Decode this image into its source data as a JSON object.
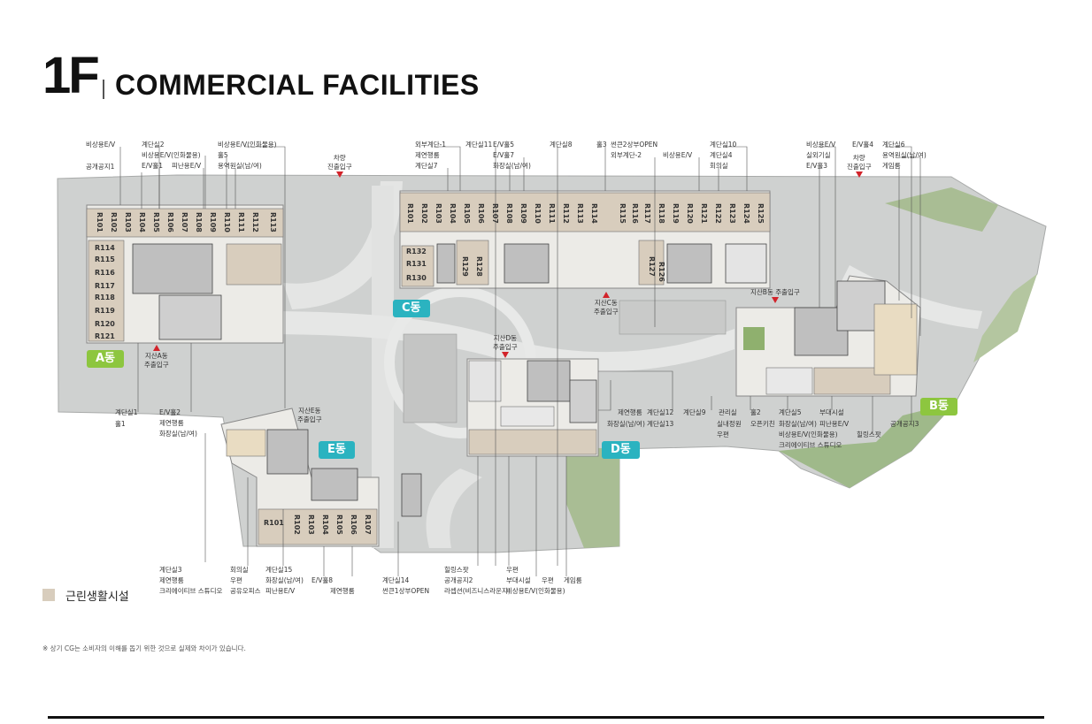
{
  "title": {
    "floor": "1F",
    "text": "COMMERCIAL FACILITIES"
  },
  "zones": {
    "A": {
      "label": "A동",
      "color": "#8dc63f"
    },
    "B": {
      "label": "B동",
      "color": "#8dc63f"
    },
    "C": {
      "label": "C동",
      "color": "#2bb3c0"
    },
    "D": {
      "label": "D동",
      "color": "#2bb3c0"
    },
    "E": {
      "label": "E동",
      "color": "#2bb3c0"
    }
  },
  "entrances": {
    "vehicle1": {
      "l1": "차량",
      "l2": "진출입구"
    },
    "vehicle2": {
      "l1": "차량",
      "l2": "진출입구"
    },
    "a": {
      "l1": "지산A동",
      "l2": "주출입구"
    },
    "b": {
      "l1": "지산B동 주출입구"
    },
    "c": {
      "l1": "지산C동",
      "l2": "주출입구"
    },
    "d": {
      "l1": "지산D동",
      "l2": "주출입구"
    },
    "e": {
      "l1": "지산E동",
      "l2": "주출입구"
    }
  },
  "rooms": {
    "a_top": [
      "R101",
      "R102",
      "R103",
      "R104",
      "R105",
      "R106",
      "R107",
      "R108",
      "R109",
      "R110",
      "R111",
      "R112",
      "R113"
    ],
    "a_side": [
      "R114",
      "R115",
      "R116",
      "R117",
      "R118",
      "R119",
      "R120",
      "R121"
    ],
    "c_top": [
      "R101",
      "R102",
      "R103",
      "R104",
      "R105",
      "R106",
      "R107",
      "R108",
      "R109",
      "R110",
      "R111",
      "R112",
      "R113",
      "R114",
      "R115",
      "R116",
      "R117",
      "R118",
      "R119",
      "R120",
      "R121",
      "R122",
      "R123",
      "R124",
      "R125"
    ],
    "c_side": [
      "R132",
      "R131",
      "R130"
    ],
    "c_mid": [
      "R129",
      "R128",
      "R127",
      "R126"
    ],
    "e_wide": "R101",
    "e_row": [
      "R102",
      "R103",
      "R104",
      "R105",
      "R106",
      "R107"
    ]
  },
  "labels": {
    "t_bisangev_a": "비상용E/V",
    "t_gyedan2": "계단실2",
    "t_bisangev_inhwa_a": "비상용E/V(인화물용)",
    "t_evhall1": "E/V홀1",
    "t_pinanev_a": "피난용E/V",
    "t_gonggong1": "공개공지1",
    "t_bisangev_inhwa_a2": "비상용E/V(인화물용)",
    "t_hall5": "홀5",
    "t_yongyeok_a": "용역원실(남/여)",
    "t_oebu1": "외부계단-1",
    "t_jeyeon_c": "제연행룸",
    "t_gyedan7": "계단실7",
    "t_gyedan11": "계단실11",
    "t_evhall5": "E/V홀5",
    "t_evhall7": "E/V홀7",
    "t_hwajang_c": "화장실(남/여)",
    "t_gyedan8": "계단실8",
    "t_hall3": "홀3",
    "t_sunken2": "썬큰2상부OPEN",
    "t_oebu2": "외부계단-2",
    "t_bisangev_c": "비상용E/V",
    "t_gyedan10": "계단실10",
    "t_gyedan4": "계단실4",
    "t_hoeui_c": "회의실",
    "t_bisangev_b": "비상용E/V",
    "t_silwae": "실외기실",
    "t_evhall3": "E/V홀3",
    "t_evhall4": "E/V홀4",
    "t_gyedan6": "계단실6",
    "t_yongyeok_b": "용역원실(남/여)",
    "t_game_b": "게임룸",
    "m_gyedan1": "계단실1",
    "m_hall1": "홀1",
    "m_evhall2": "E/V홀2",
    "m_jeyeon_a": "제연행룸",
    "m_hwajang_a": "화장실(남/여)",
    "m_jeyeon_d": "제연행룸",
    "m_hwajang_d": "화장실(남/여)",
    "m_gyedan12": "계단실12",
    "m_gyedan13": "계단실13",
    "m_gyedan9": "계단실9",
    "m_gwanri": "관리실",
    "m_silnae": "실내정원",
    "m_ujeon_b": "우편",
    "m_hall2": "홀2",
    "m_openkitchen": "오픈키친",
    "m_gyedan5": "계단실5",
    "m_hwajang_b": "화장실(남/여)",
    "m_bisangev_b": "비상용E/V(인화물용)",
    "m_creative_b": "크리에이티브 스튜디오",
    "m_budae_b": "부대시설",
    "m_pinanev_b": "피난용E/V",
    "m_healing_b": "힐링스팟",
    "m_gonggong3": "공개공지3",
    "b_gyedan3": "계단실3",
    "b_jeyeon_e": "제연행룸",
    "b_creative_e": "크리에이티브 스튜디오",
    "b_hoeui_e": "회의실",
    "b_ujeon_e": "우편",
    "b_share": "공유오피스",
    "b_gyedan15": "계단실15",
    "b_hwajang_e": "화장실(남/여)",
    "b_pinanev_e": "피난용E/V",
    "b_evhall8": "E/V홀8",
    "b_jeyeon_e2": "제연행룸",
    "b_gyedan14": "계단실14",
    "b_sunken1": "썬큰1상부OPEN",
    "b_healing_d": "힐링스팟",
    "b_gonggong2": "공개공지2",
    "b_lounge": "라셉션(비즈니스라운지)",
    "b_ujeon_d": "우편",
    "b_budae_d": "부대시설",
    "b_ujeon_d2": "우편",
    "b_bisangev_d": "비상용E/V(인화물용)",
    "b_game_d": "게임룸"
  },
  "legend": {
    "label": "근린생활시설",
    "color": "#d8cdbd"
  },
  "footnote": "※ 상기 CG는 소비자의 이해를 돕기 위한 것으로 실제와 차이가 있습니다."
}
